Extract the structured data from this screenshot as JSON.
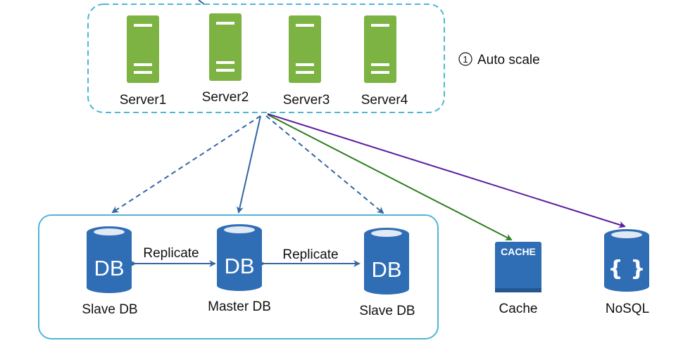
{
  "server_pool": {
    "servers": [
      {
        "label": "Server1"
      },
      {
        "label": "Server2"
      },
      {
        "label": "Server3"
      },
      {
        "label": "Server4"
      }
    ],
    "annotation": {
      "number": "1",
      "text": "Auto scale"
    }
  },
  "database_cluster": {
    "dbs": [
      {
        "icon_text": "DB",
        "label": "Slave DB"
      },
      {
        "icon_text": "DB",
        "label": "Master DB"
      },
      {
        "icon_text": "DB",
        "label": "Slave DB"
      }
    ],
    "replicate_labels": [
      "Replicate",
      "Replicate"
    ]
  },
  "cache": {
    "icon_text": "CACHE",
    "label": "Cache"
  },
  "nosql": {
    "icon_text": "{ }",
    "label": "NoSQL"
  },
  "colors": {
    "server_green": "#7cb342",
    "server_stripe": "#ffffff",
    "pool_border": "#4fb6d6",
    "db_blue": "#2f6db5",
    "db_top": "#4a8fd6",
    "cluster_border": "#4fb6d6",
    "arrow_blue": "#3366a3",
    "arrow_green": "#2e7d1f",
    "arrow_purple": "#5b1fa0"
  },
  "icons": [
    "server-icon",
    "database-icon",
    "cache-icon",
    "nosql-icon",
    "circled-number-icon"
  ]
}
